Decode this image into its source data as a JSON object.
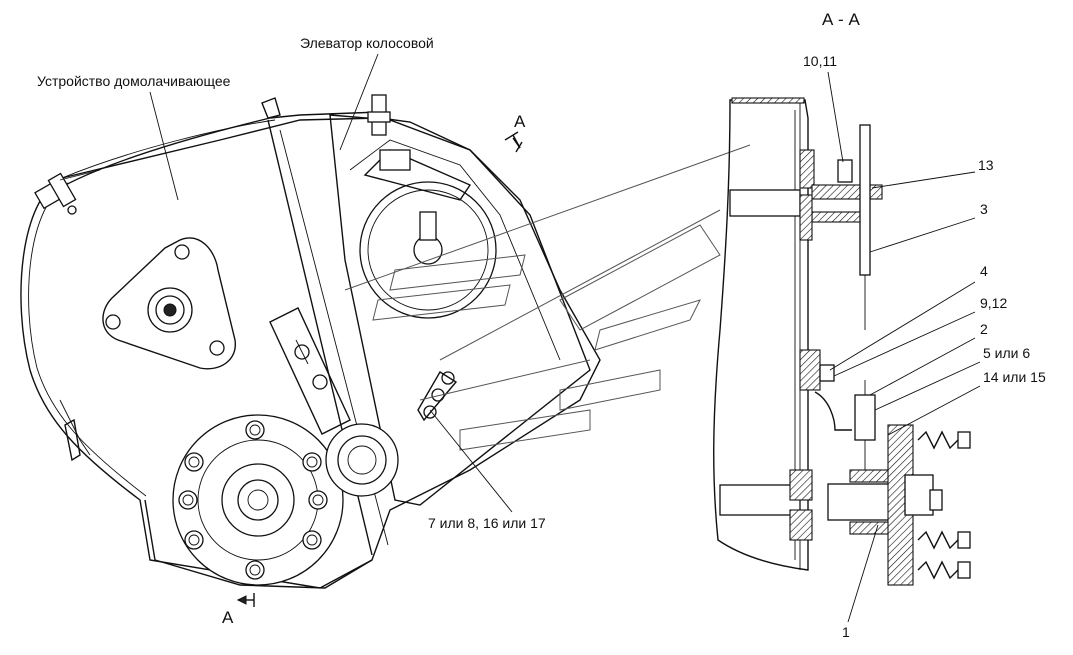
{
  "labels": {
    "section_title": "А - А",
    "thresher_unit": "Устройство домолачивающее",
    "grain_elevator": "Элеватор колосовой",
    "section_mark_top": "А",
    "section_mark_bottom": "А",
    "callout_10_11": "10,11",
    "callout_13": "13",
    "callout_3": "3",
    "callout_4": "4",
    "callout_9_12": "9,12",
    "callout_2": "2",
    "callout_5_6": "5 или 6",
    "callout_14_15": "14 или 15",
    "callout_1": "1",
    "callout_7_8_16_17": "7 или 8, 16 или 17"
  },
  "colors": {
    "line": "#111111",
    "background": "#ffffff"
  }
}
